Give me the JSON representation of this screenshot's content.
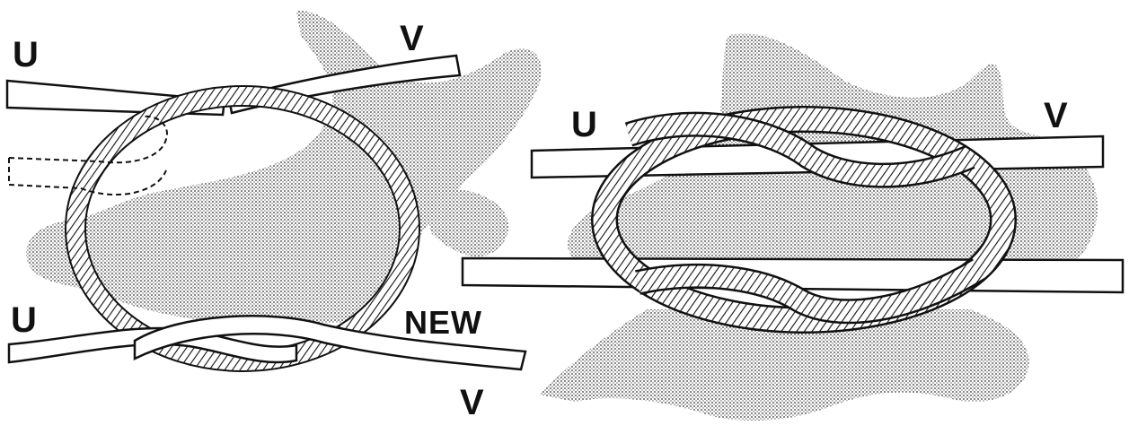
{
  "colors": {
    "ink": "#111111",
    "paper": "#ffffff",
    "shade": "#bdbdbd"
  },
  "left_figure": {
    "labels": {
      "top_left": "U",
      "top_right": "V",
      "bottom_left": "U",
      "new": "NEW",
      "bottom_right": "V"
    }
  },
  "right_figure": {
    "labels": {
      "top_left": "U",
      "top_right": "V"
    }
  }
}
